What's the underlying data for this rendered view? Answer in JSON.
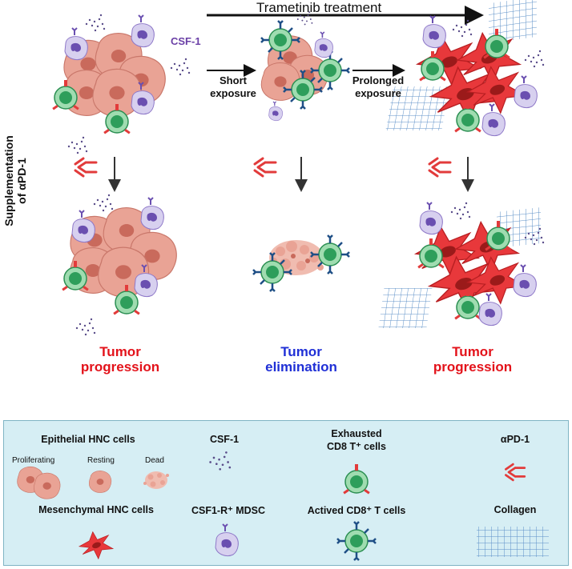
{
  "header": {
    "treatment_label": "Trametinib treatment"
  },
  "side_label": {
    "line1": "Supplementation",
    "line2": "of αPD-1"
  },
  "top_row": {
    "csf_label": "CSF-1",
    "short_line1": "Short",
    "short_line2": "exposure",
    "prolonged_line1": "Prolonged",
    "prolonged_line2": "exposure"
  },
  "outcomes": [
    {
      "line1": "Tumor",
      "line2": "progression",
      "color": "#e3121a"
    },
    {
      "line1": "Tumor",
      "line2": "elimination",
      "color": "#1f2fd6"
    },
    {
      "line1": "Tumor",
      "line2": "progression",
      "color": "#e3121a"
    }
  ],
  "legend": {
    "epithelial_title": "Epithelial HNC cells",
    "proliferating": "Proliferating",
    "resting": "Resting",
    "dead": "Dead",
    "csf_title": "CSF-1",
    "exhausted_line1": "Exhausted",
    "exhausted_line2": "CD8 T⁺ cells",
    "apd1_title": "αPD-1",
    "mesenchymal_title": "Mesenchymal HNC cells",
    "mdsc_title": "CSF1-R⁺ MDSC",
    "activated_title": "Actived CD8⁺ T cells",
    "collagen_title": "Collagen"
  },
  "colors": {
    "epithelial": "#e9a395",
    "mesenchymal": "#e8383b",
    "tcell_green": "#2e9e5b",
    "mdsc_purple": "#8e78c8",
    "antibody_red": "#e23b3b",
    "receptor_blue": "#1f4f86",
    "legend_bg": "#d6eef4"
  }
}
